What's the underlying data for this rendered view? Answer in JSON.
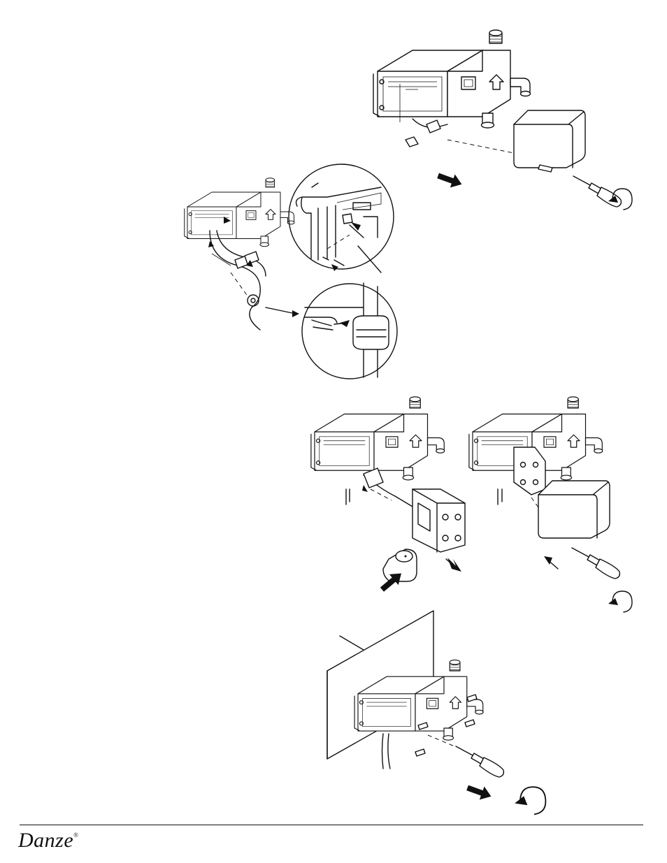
{
  "footer": {
    "brand": "Danze",
    "trademark": "®"
  },
  "figures": [
    {
      "id": "remove-cover",
      "icons": [
        "valve-body",
        "battery-cover",
        "screwdriver",
        "rotate-arrow",
        "pull-arrow"
      ]
    },
    {
      "id": "wire-routing",
      "icons": [
        "valve-body",
        "detail-circle-top",
        "detail-circle-grommet",
        "pointer-arrow"
      ]
    },
    {
      "id": "battery-install",
      "icons": [
        "valve-body",
        "battery-pack",
        "battery-cell",
        "push-arrow"
      ]
    },
    {
      "id": "cover-reinstall",
      "icons": [
        "valve-body",
        "battery-cover",
        "screwdriver",
        "rotate-arrow"
      ]
    },
    {
      "id": "wall-mount",
      "icons": [
        "wall-panel",
        "valve-body",
        "mounting-screw",
        "screwdriver",
        "push-arrow",
        "rotate-arrow"
      ]
    }
  ]
}
